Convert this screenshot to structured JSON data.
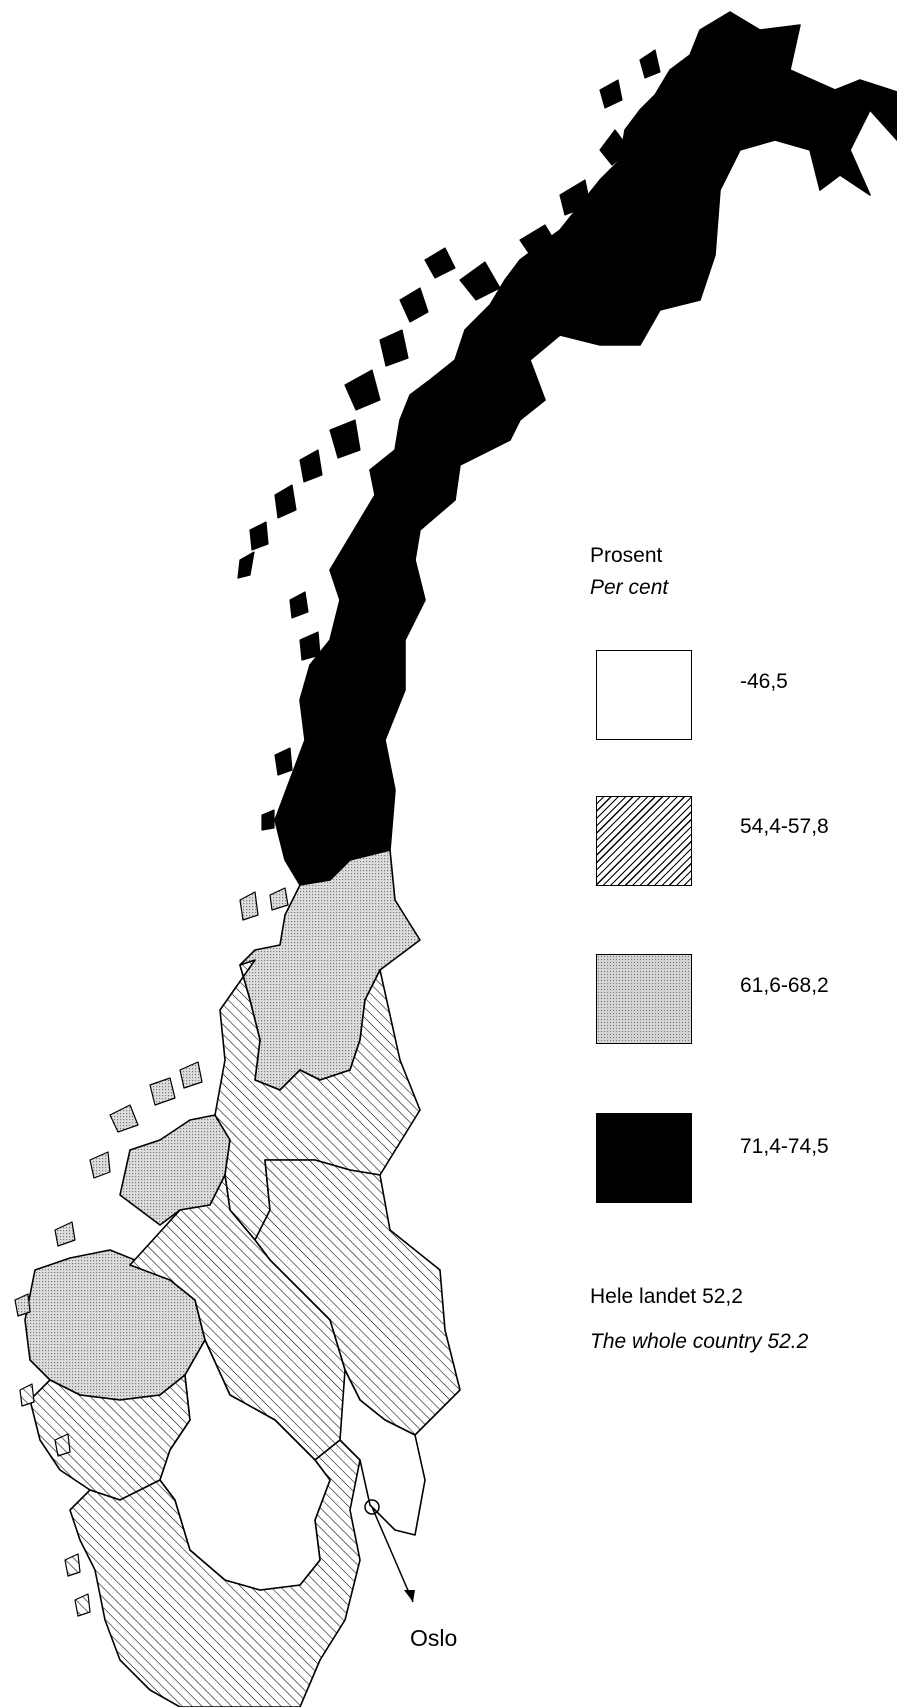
{
  "legend": {
    "title": "Prosent",
    "subtitle": "Per cent",
    "classes": [
      {
        "label": "-46,5",
        "fill": "white",
        "color": "#ffffff"
      },
      {
        "label": "54,4-57,8",
        "fill": "hatch",
        "color": "#ffffff"
      },
      {
        "label": "61,6-68,2",
        "fill": "dots",
        "color": "#d4d4d4"
      },
      {
        "label": "71,4-74,5",
        "fill": "solid",
        "color": "#000000"
      }
    ]
  },
  "summary": {
    "norwegian": "Hele landet 52,2",
    "english": "The whole country 52.2"
  },
  "callout": {
    "label": "Oslo"
  }
}
